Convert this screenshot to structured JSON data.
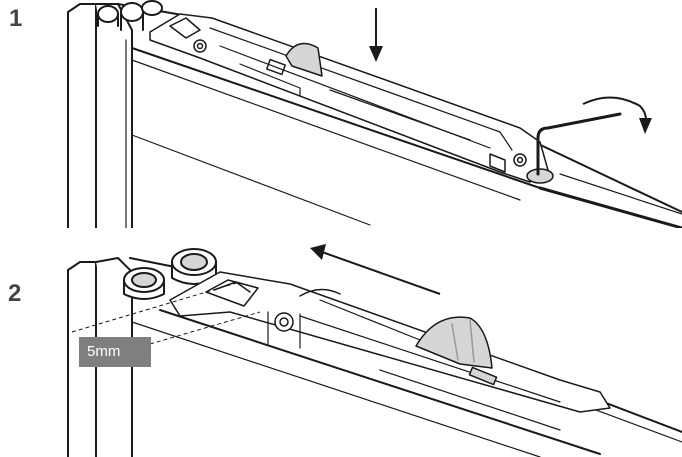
{
  "steps": [
    {
      "number": "1"
    },
    {
      "number": "2"
    }
  ],
  "dimension_label": "5mm",
  "colors": {
    "line": "#1a1a1a",
    "part_fill": "#ffffff",
    "shade": "#d6d6d6",
    "dark_shade": "#9a9a9a",
    "badge": "#7f7f7f",
    "step_number": "#444444"
  },
  "icons": [
    "down-arrow-icon",
    "hex-key-icon",
    "rotate-arrow-icon",
    "left-arrow-icon"
  ]
}
